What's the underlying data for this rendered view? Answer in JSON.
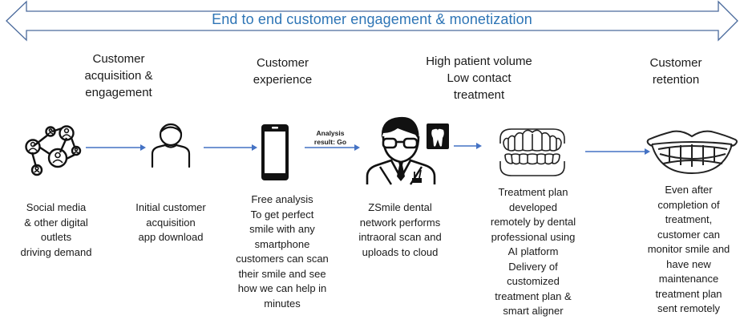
{
  "banner": {
    "title": "End to end customer engagement & monetization",
    "stroke_color": "#4a6a9c",
    "text_color": "#2e75b6"
  },
  "flow_arrow_color": "#4472c4",
  "stages": [
    {
      "title": "Customer acquisition & engagement",
      "title_lines": [
        "Customer",
        "acquisition &",
        "engagement"
      ]
    },
    {
      "title": "Customer experience",
      "title_lines": [
        "Customer",
        "experience"
      ]
    },
    {
      "title": "High patient volume Low contact treatment",
      "title_lines": [
        "High patient volume",
        "Low contact",
        "treatment"
      ]
    },
    {
      "title": "Customer retention",
      "title_lines": [
        "Customer",
        "retention"
      ]
    }
  ],
  "steps": [
    {
      "icon": "social-network-icon",
      "desc_lines": [
        "Social media",
        "& other digital",
        "outlets",
        "driving demand"
      ]
    },
    {
      "icon": "user-icon",
      "desc_lines": [
        "Initial customer",
        "acquisition",
        "app download"
      ]
    },
    {
      "icon": "smartphone-icon",
      "desc_lines": [
        "Free analysis",
        "To get perfect",
        "smile with any",
        "smartphone",
        "customers can scan",
        "their smile and see",
        "how we can help in",
        "minutes"
      ]
    },
    {
      "icon": "dentist-icon",
      "desc_lines": [
        "ZSmile dental",
        "network performs",
        "intraoral scan and",
        "uploads to cloud"
      ]
    },
    {
      "icon": "dentures-icon",
      "desc_lines": [
        "Treatment plan",
        "developed",
        "remotely by dental",
        "professional using",
        "AI platform",
        "Delivery of",
        "customized",
        "treatment plan &",
        "smart aligner"
      ]
    },
    {
      "icon": "smile-icon",
      "desc_lines": [
        "Even after",
        "completion of",
        "treatment,",
        "customer can",
        "monitor smile and",
        "have new",
        "maintenance",
        "treatment plan",
        "sent remotely"
      ]
    }
  ],
  "arrow_labels": {
    "analysis_result": [
      "Analysis",
      "result: Go"
    ]
  }
}
